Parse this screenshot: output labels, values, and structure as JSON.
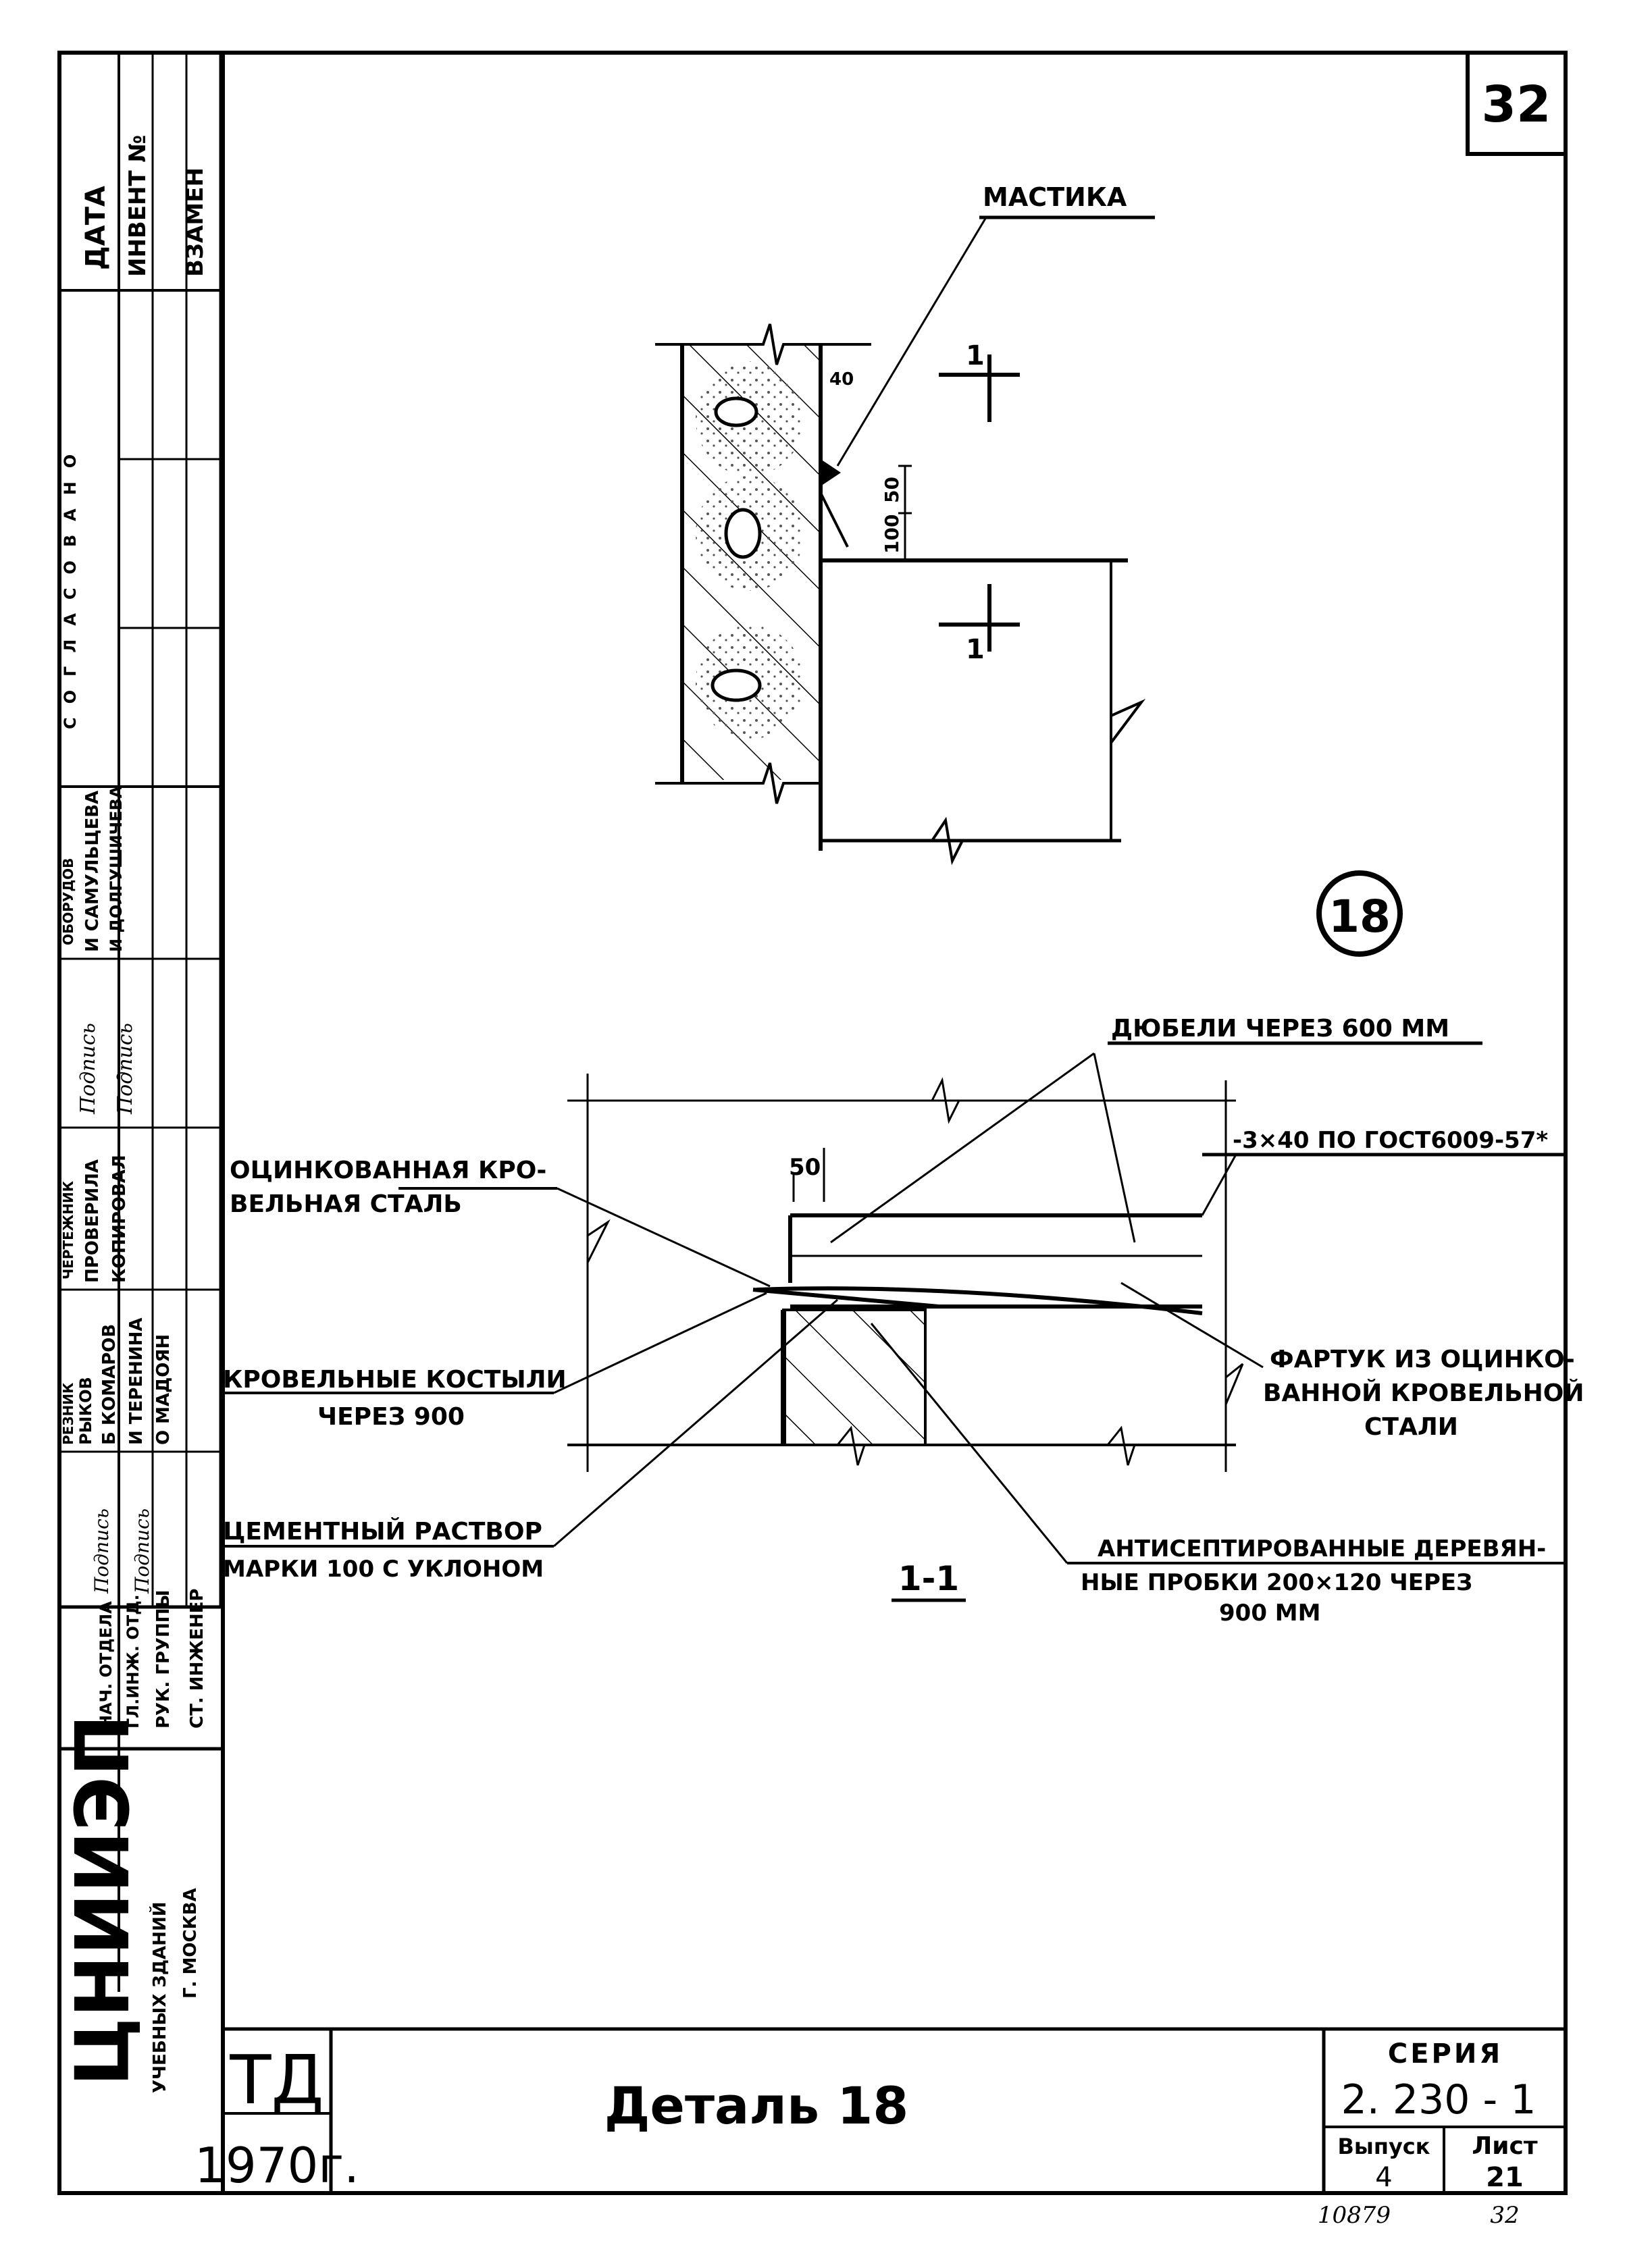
{
  "sheet": {
    "number": "32",
    "detail_marker": "18",
    "section_mark": "1-1",
    "cut_mark": "1",
    "dims": {
      "d1": "40",
      "d2": "50",
      "d3": "100",
      "d4": "50"
    },
    "labels": {
      "mastic": "МАСТИКА",
      "dowels": "ДЮБЕЛИ ЧЕРЕЗ 600 ММ",
      "strip": "-3×40 ПО ГОСТ6009-57*",
      "steel_1": "ОЦИНКОВАННАЯ КРО-",
      "steel_2": "ВЕЛЬНАЯ СТАЛЬ",
      "apron_1": "ФАРТУК ИЗ ОЦИНКО-",
      "apron_2": "ВАННОЙ КРОВЕЛЬНОЙ",
      "apron_3": "СТАЛИ",
      "crutches_1": "КРОВЕЛЬНЫЕ КОСТЫЛИ",
      "crutches_2": "ЧЕРЕЗ 900",
      "mortar_1": "ЦЕМЕНТНЫЙ РАСТВОР",
      "mortar_2": "МАРКИ 100 С УКЛОНОМ",
      "plugs_1": "АНТИСЕПТИРОВАННЫЕ ДЕРЕВЯН-",
      "plugs_2": "НЫЕ ПРОБКИ 200×120 ЧЕРЕЗ",
      "plugs_3": "900 ММ"
    }
  },
  "side_stamp": {
    "headers": [
      "ДАТА",
      "ИНВЕНТ №",
      "ВЗАМЕН"
    ],
    "vertical_header": "СОГЛАСОВАНО",
    "roles": [
      "НАЧ. ОТДЕЛА",
      "ГЛ.ИНЖ. ОТД.",
      "РУК. ГРУППЫ",
      "СТ. ИНЖЕНЕР"
    ],
    "names_a": [
      "ОБОРУДОВ",
      "И САМУЛЬЦЕВА",
      "И ДОЛГУШИЧЕВА"
    ],
    "names_b": [
      "ЧЕРТЕЖНИК",
      "ПРОВЕРИЛА",
      "КОПИРОВАЛ"
    ],
    "names_c": [
      "РЕЗНИК",
      "РЫКОВ",
      "Б КОМАРОВ",
      "И ТЕРЕНИНА",
      "О МАДОЯН"
    ],
    "org_name": "ЦНИИЭП",
    "org_sub1": "УЧЕБНЫХ ЗДАНИЙ",
    "org_sub2": "Г. МОСКВА"
  },
  "title_block": {
    "code": "ТД",
    "year": "1970г.",
    "title": "Деталь 18",
    "series_label": "СЕРИЯ",
    "series_value": "2. 230 - 1",
    "issue_label": "Выпуск",
    "issue_value": "4",
    "sheet_label": "Лист",
    "sheet_value": "21",
    "footer_left": "10879",
    "footer_right": "32"
  },
  "colors": {
    "ink": "#000000",
    "paper": "#ffffff",
    "stipple": "#555555"
  }
}
